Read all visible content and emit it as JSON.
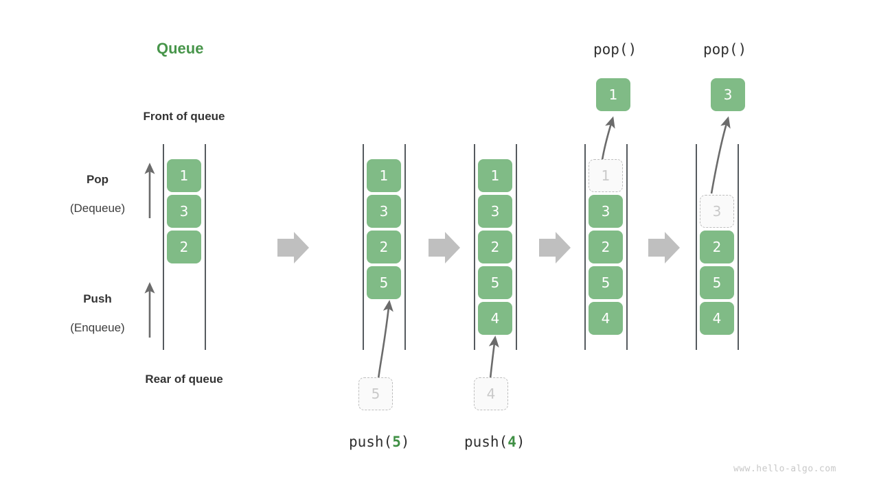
{
  "figure": {
    "title": "Queue",
    "title_color": "#47954a",
    "accent_green": "#80bb86",
    "ghost_gray": "#c9c9c9",
    "rail_color": "#555a5e",
    "transition_arrow_color": "#bdbdbd",
    "watermark": "www.hello-algo.com"
  },
  "labels": {
    "front_of_queue": "Front of queue",
    "rear_of_queue": "Rear of queue",
    "pop_title": "Pop",
    "pop_subtitle": "(Dequeue)",
    "push_title": "Push",
    "push_subtitle": "(Enqueue)"
  },
  "operations": {
    "push5": {
      "prefix": "push(",
      "arg": "5",
      "suffix": ")"
    },
    "push4": {
      "prefix": "push(",
      "arg": "4",
      "suffix": ")"
    },
    "pop1": "pop()",
    "pop2": "pop()"
  },
  "panels": [
    {
      "id": "initial",
      "name": "initial-queue",
      "slots": [
        {
          "value": "1",
          "state": "filled"
        },
        {
          "value": "3",
          "state": "filled"
        },
        {
          "value": "2",
          "state": "filled"
        },
        {
          "value": "",
          "state": "empty"
        },
        {
          "value": "",
          "state": "empty"
        }
      ],
      "incoming": null,
      "popped": null
    },
    {
      "id": "after-push-5",
      "name": "queue-after-push-5",
      "slots": [
        {
          "value": "1",
          "state": "filled"
        },
        {
          "value": "3",
          "state": "filled"
        },
        {
          "value": "2",
          "state": "filled"
        },
        {
          "value": "5",
          "state": "filled"
        },
        {
          "value": "",
          "state": "empty"
        }
      ],
      "incoming": {
        "value": "5",
        "state": "ghost"
      },
      "popped": null
    },
    {
      "id": "after-push-4",
      "name": "queue-after-push-4",
      "slots": [
        {
          "value": "1",
          "state": "filled"
        },
        {
          "value": "3",
          "state": "filled"
        },
        {
          "value": "2",
          "state": "filled"
        },
        {
          "value": "5",
          "state": "filled"
        },
        {
          "value": "4",
          "state": "filled"
        }
      ],
      "incoming": {
        "value": "4",
        "state": "ghost"
      },
      "popped": null
    },
    {
      "id": "after-pop-1",
      "name": "queue-after-pop-1",
      "slots": [
        {
          "value": "1",
          "state": "ghost"
        },
        {
          "value": "3",
          "state": "filled"
        },
        {
          "value": "2",
          "state": "filled"
        },
        {
          "value": "5",
          "state": "filled"
        },
        {
          "value": "4",
          "state": "filled"
        }
      ],
      "incoming": null,
      "popped": {
        "value": "1"
      }
    },
    {
      "id": "after-pop-3",
      "name": "queue-after-pop-3",
      "slots": [
        {
          "value": "",
          "state": "empty"
        },
        {
          "value": "3",
          "state": "ghost"
        },
        {
          "value": "2",
          "state": "filled"
        },
        {
          "value": "5",
          "state": "filled"
        },
        {
          "value": "4",
          "state": "filled"
        }
      ],
      "incoming": null,
      "popped": {
        "value": "3"
      }
    }
  ]
}
